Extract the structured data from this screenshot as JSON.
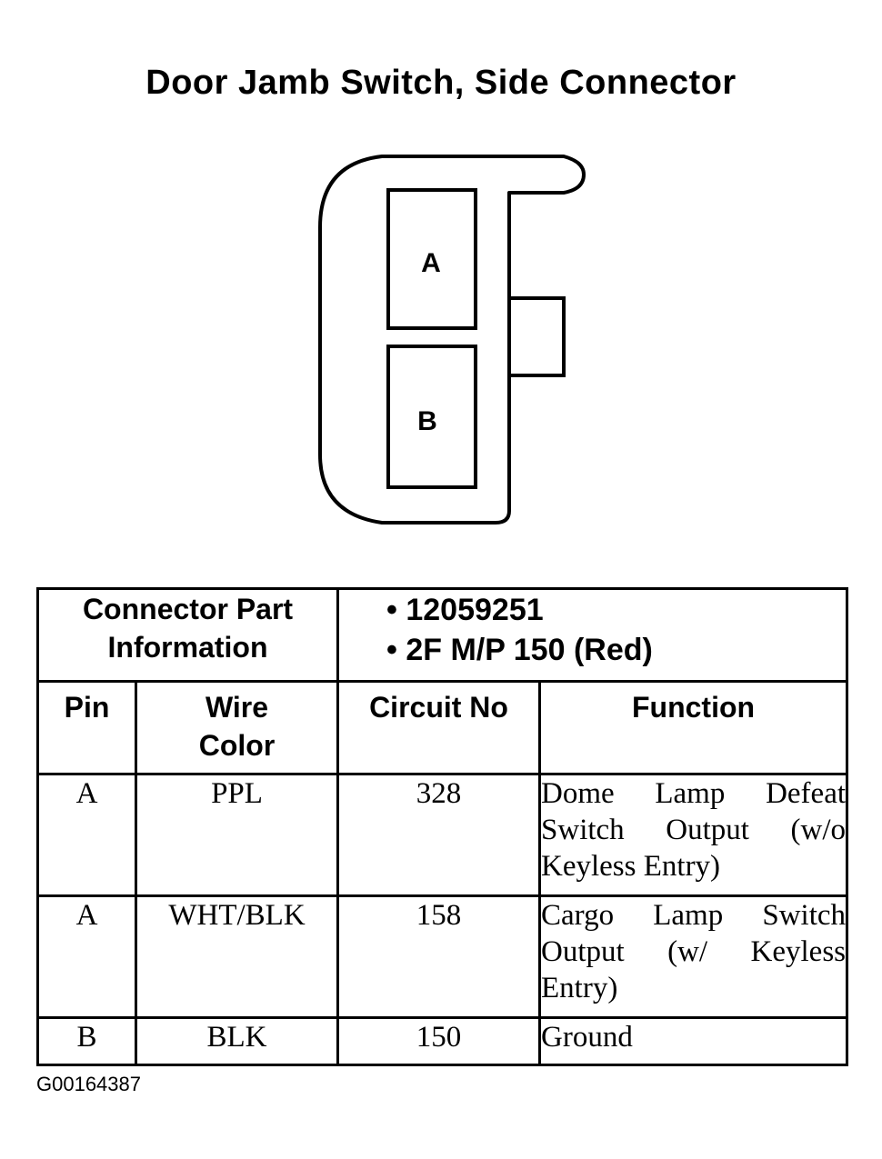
{
  "title": "Door Jamb Switch, Side Connector",
  "connector": {
    "pins": [
      {
        "label": "A"
      },
      {
        "label": "B"
      }
    ]
  },
  "table": {
    "info_header": [
      "Connector Part",
      "Information"
    ],
    "info_values": [
      "• 12059251",
      "• 2F M/P 150 (Red)"
    ],
    "columns": {
      "pin": "Pin",
      "wire_color_line1": "Wire",
      "wire_color_line2": "Color",
      "circuit_no": "Circuit No",
      "function": "Function"
    },
    "rows": [
      {
        "pin": "A",
        "wire_color": "PPL",
        "circuit": "328",
        "function": "Dome Lamp Defeat Switch Output (w/o Keyless Entry)"
      },
      {
        "pin": "A",
        "wire_color": "WHT/BLK",
        "circuit": "158",
        "function": "Cargo Lamp Switch Output (w/ Keyless Entry)"
      },
      {
        "pin": "B",
        "wire_color": "BLK",
        "circuit": "150",
        "function": "Ground"
      }
    ]
  },
  "figure_id": "G00164387"
}
